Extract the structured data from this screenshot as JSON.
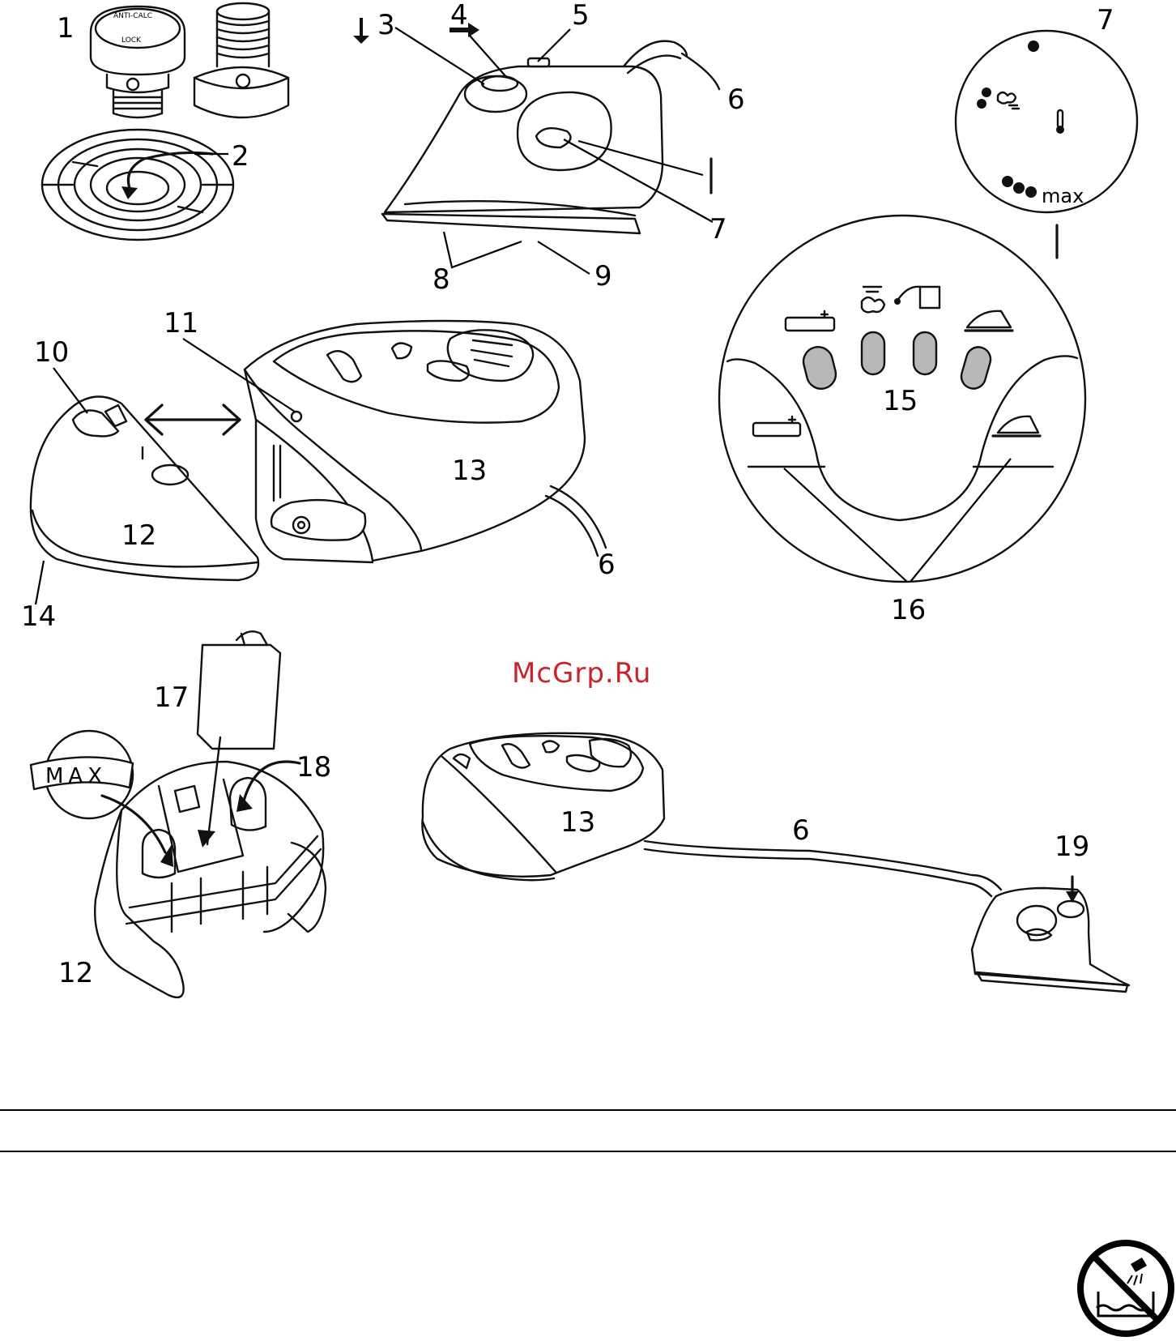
{
  "watermark": "McGrp.Ru",
  "callouts": {
    "c1": "1",
    "c2": "2",
    "c3": "3",
    "c4": "4",
    "c5": "5",
    "c6a": "6",
    "c6b": "6",
    "c6c": "6",
    "c7a": "7",
    "c7b": "7",
    "c8": "8",
    "c9": "9",
    "c10": "10",
    "c11": "11",
    "c12a": "12",
    "c12b": "12",
    "c13a": "13",
    "c13b": "13",
    "c14": "14",
    "c15": "15",
    "c16": "16",
    "c17": "17",
    "c18": "18",
    "c19": "19"
  },
  "dial": {
    "max_label": "max"
  },
  "valve": {
    "cap_text_top": "ANTI-CALC",
    "cap_text_bottom": "LOCK"
  },
  "reservoir": {
    "max_label": "MAX"
  },
  "icons": {
    "no_immerse": "no-immerse-icon",
    "steam": "steam-icon",
    "water_refill": "water-refill-icon",
    "iron": "iron-icon",
    "boiler": "boiler-icon",
    "thermometer": "thermometer-icon"
  },
  "colors": {
    "ink": "#111111",
    "watermark": "#c8242a",
    "lamp": "#b8b8b8"
  }
}
